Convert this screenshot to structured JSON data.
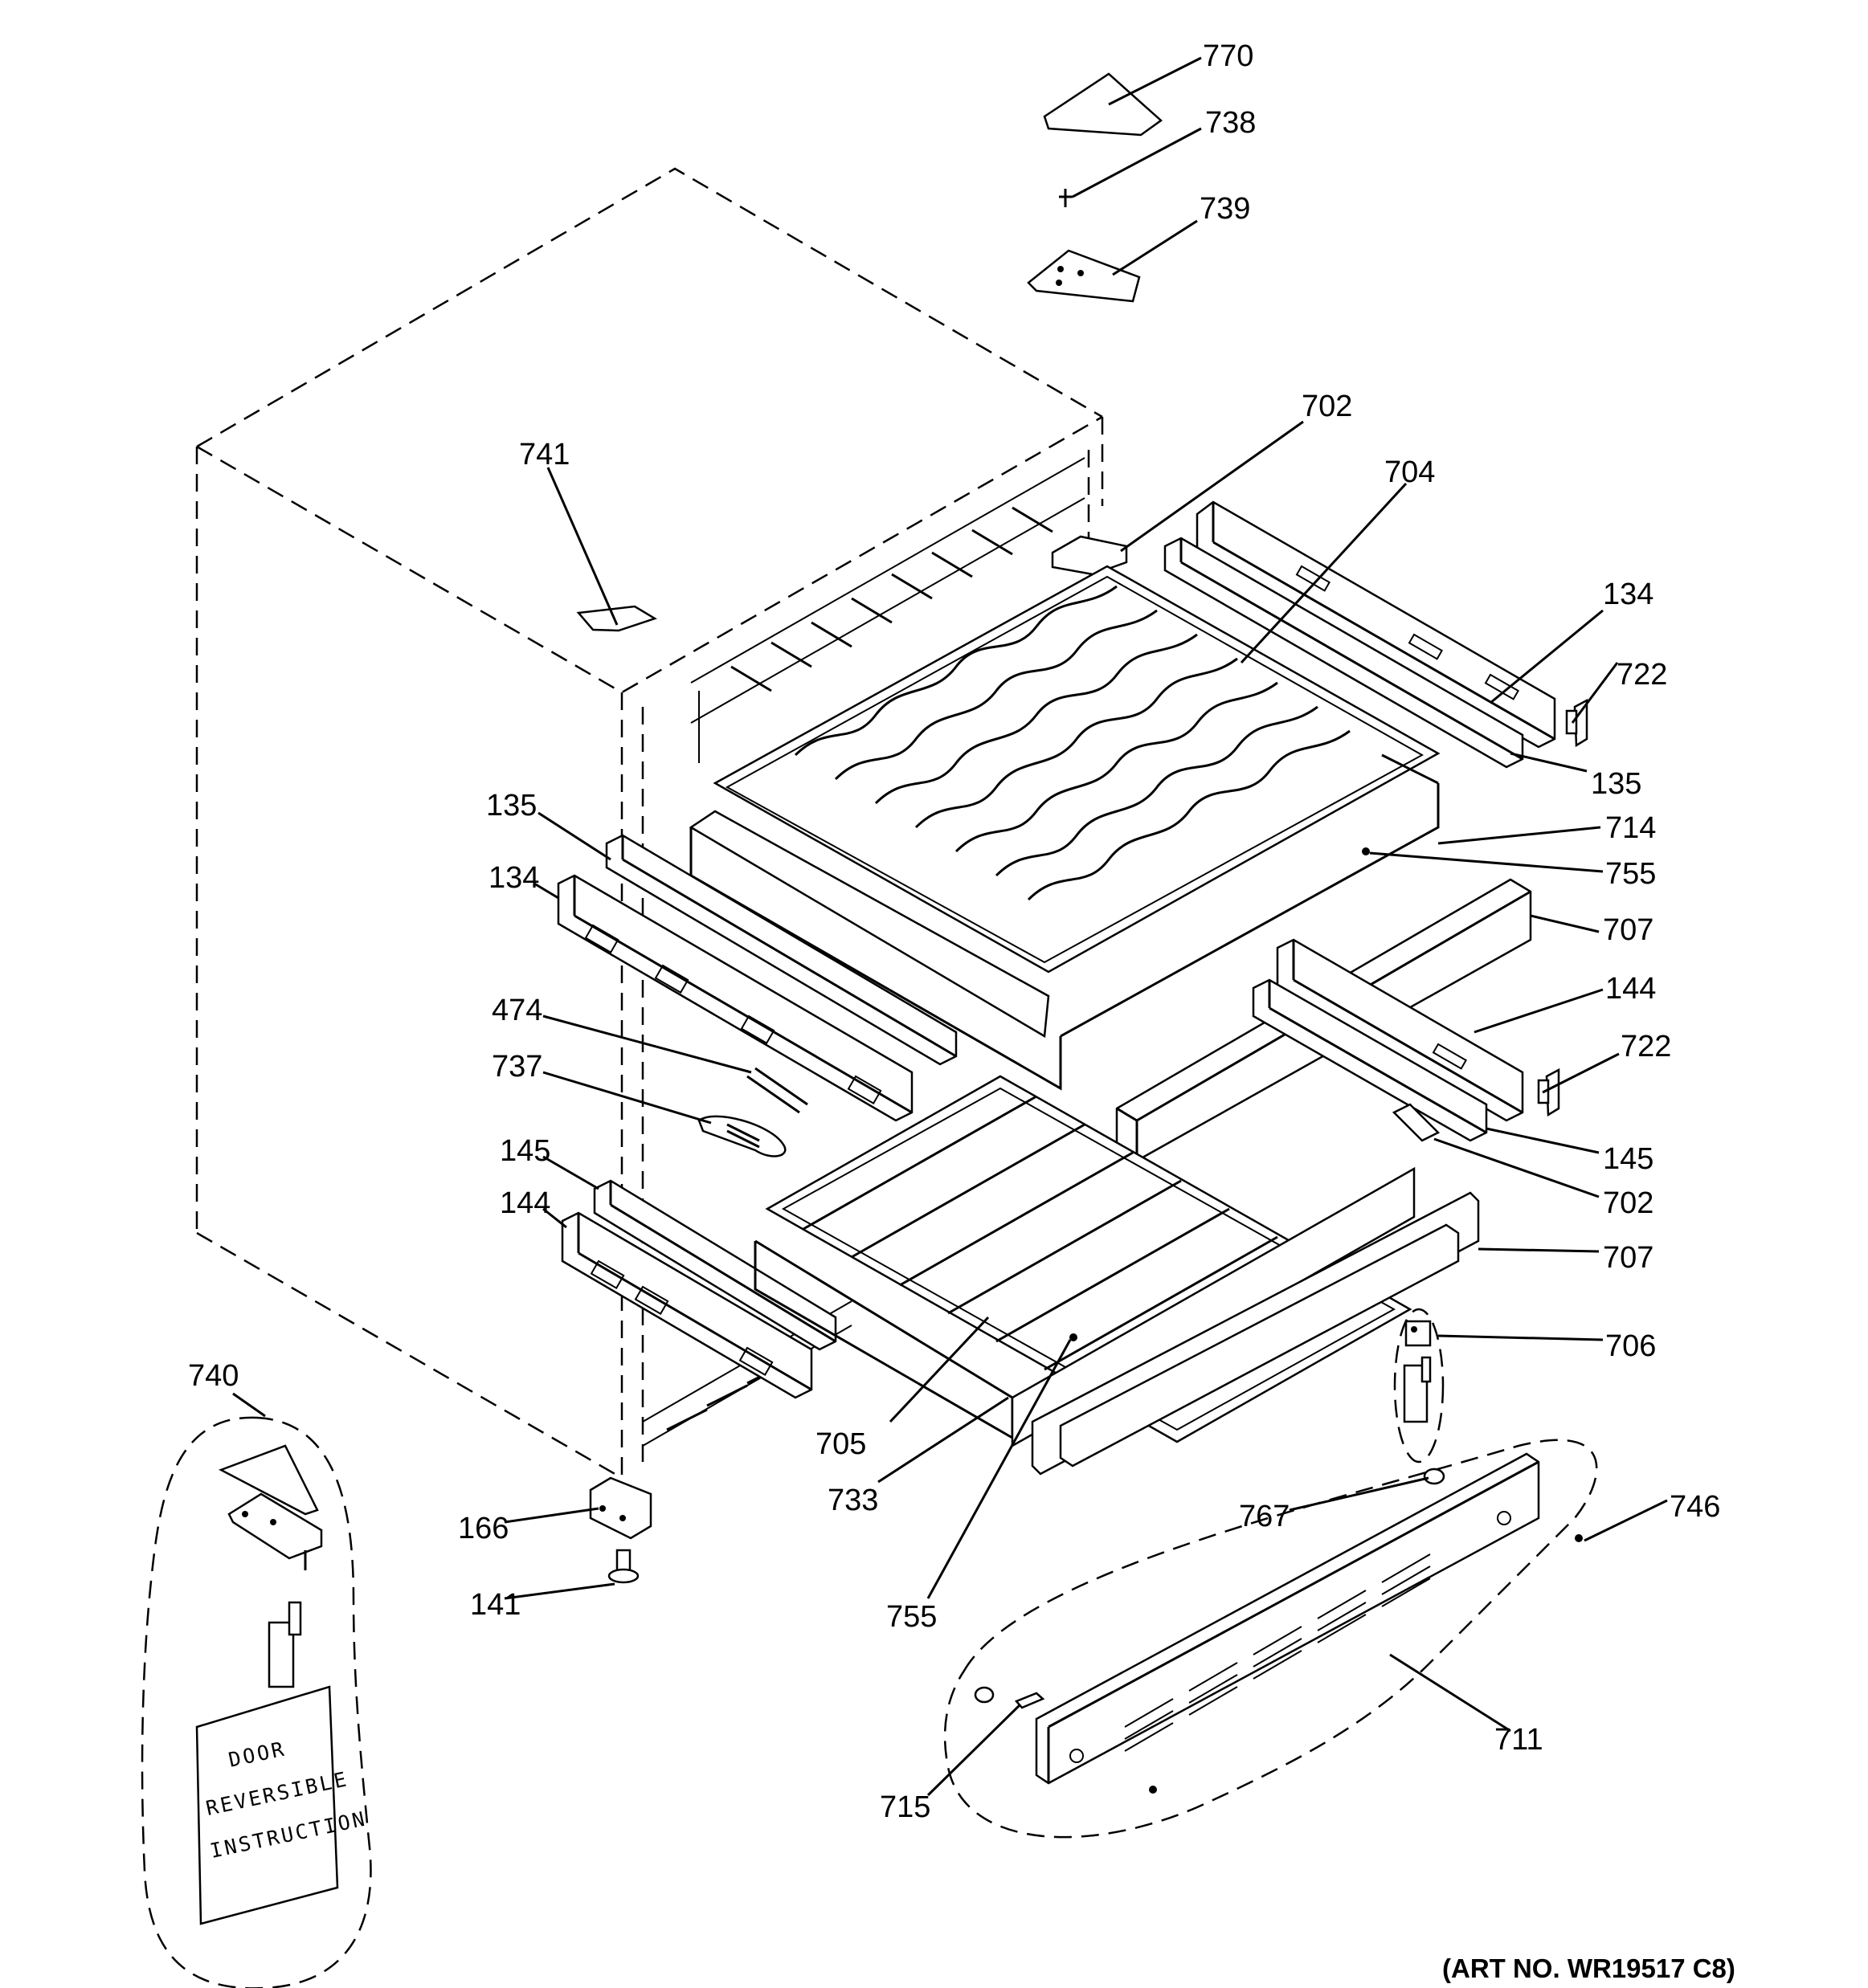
{
  "callouts": {
    "c770": "770",
    "c738": "738",
    "c739": "739",
    "c702a": "702",
    "c704": "704",
    "c741": "741",
    "c134a": "134",
    "c722a": "722",
    "c135a": "135",
    "c135b": "135",
    "c714": "714",
    "c755a": "755",
    "c134b": "134",
    "c707a": "707",
    "c474": "474",
    "c144a": "144",
    "c737": "737",
    "c722b": "722",
    "c145a": "145",
    "c145b": "145",
    "c144b": "144",
    "c702b": "702",
    "c707b": "707",
    "c740": "740",
    "c706": "706",
    "c705": "705",
    "c733": "733",
    "c166": "166",
    "c767": "767",
    "c746": "746",
    "c141": "141",
    "c755b": "755",
    "c711": "711",
    "c715": "715"
  },
  "door_card": {
    "line1": "DOOR",
    "line2": "REVERSIBLE",
    "line3": "INSTRUCTION"
  },
  "art_number": "(ART NO. WR19517 C8)"
}
